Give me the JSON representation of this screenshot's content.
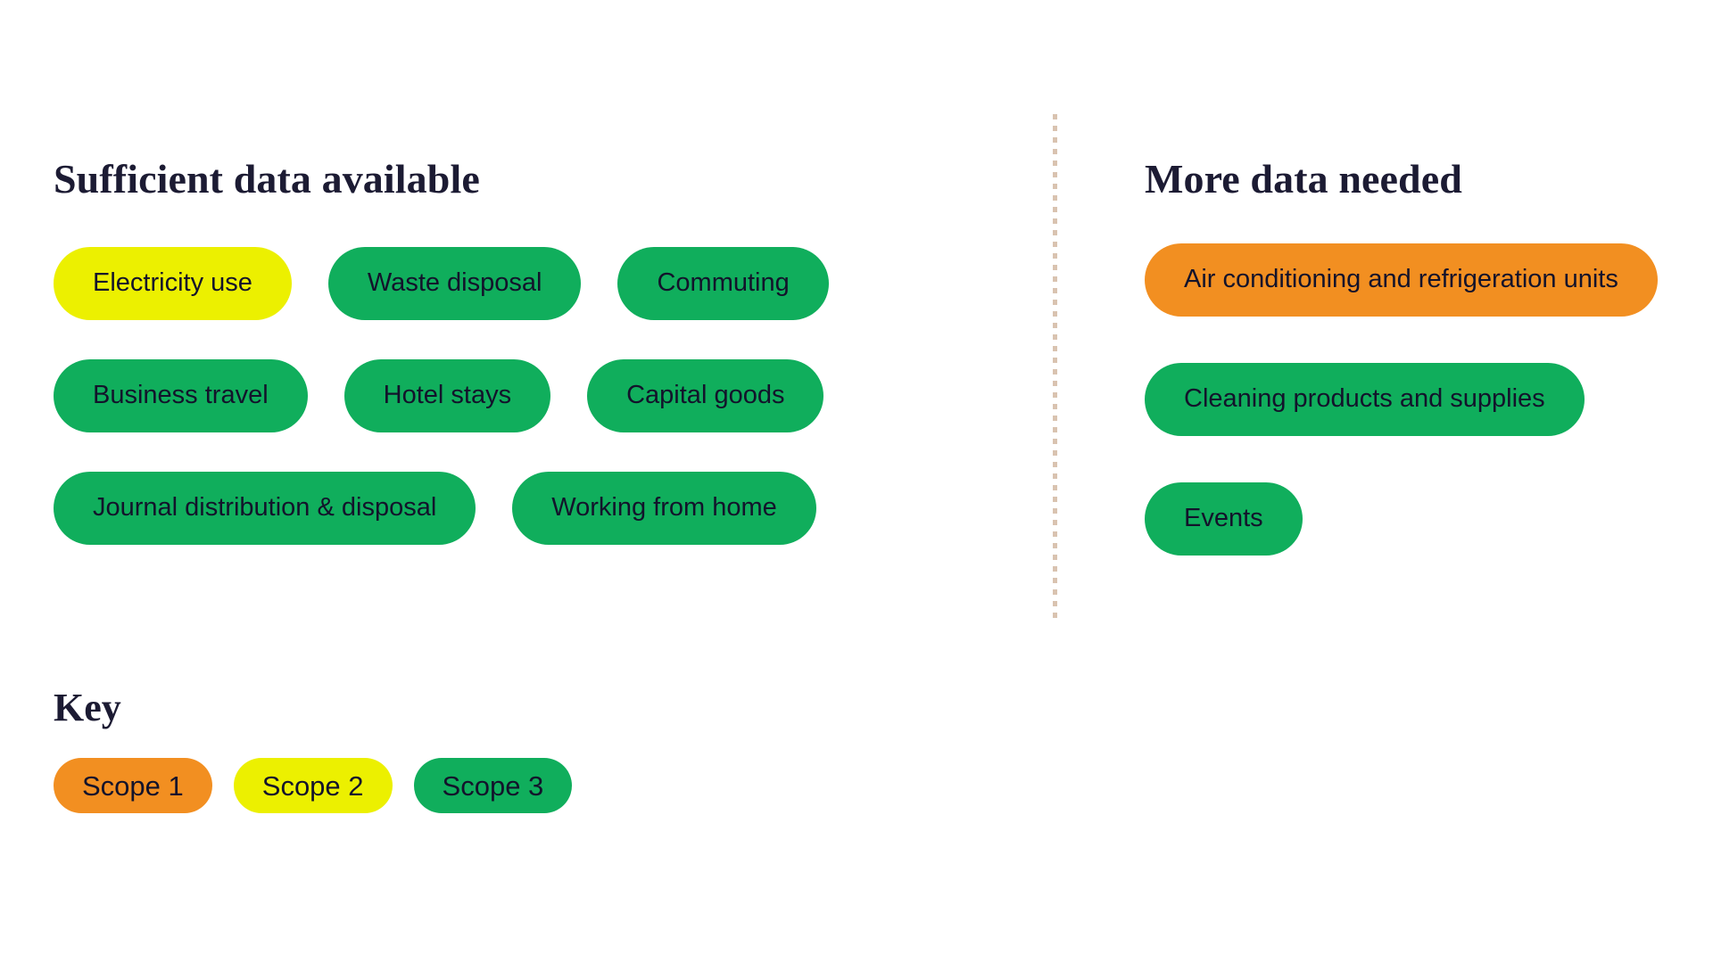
{
  "palette": {
    "background": "#ffffff",
    "text_dark": "#13132b",
    "heading": "#1c1b33",
    "scope1_orange": "#f28f21",
    "scope2_yellow": "#ecf000",
    "scope3_green": "#10ae5c",
    "divider": "#d9c3b0"
  },
  "columns": {
    "left": {
      "heading": "Sufficient data available",
      "rows": [
        [
          {
            "label": "Electricity use",
            "scope": "scope2"
          },
          {
            "label": "Waste disposal",
            "scope": "scope3"
          },
          {
            "label": "Commuting",
            "scope": "scope3"
          }
        ],
        [
          {
            "label": "Business travel",
            "scope": "scope3"
          },
          {
            "label": "Hotel stays",
            "scope": "scope3"
          },
          {
            "label": "Capital goods",
            "scope": "scope3"
          }
        ],
        [
          {
            "label": "Journal distribution & disposal",
            "scope": "scope3"
          },
          {
            "label": "Working from home",
            "scope": "scope3"
          }
        ]
      ]
    },
    "right": {
      "heading": "More data needed",
      "items": [
        {
          "label": "Air conditioning and refrigeration units",
          "scope": "scope1"
        },
        {
          "label": "Cleaning products and supplies",
          "scope": "scope3"
        },
        {
          "label": "Events",
          "scope": "scope3"
        }
      ]
    }
  },
  "key": {
    "heading": "Key",
    "items": [
      {
        "label": "Scope 1",
        "scope": "scope1"
      },
      {
        "label": "Scope 2",
        "scope": "scope2"
      },
      {
        "label": "Scope 3",
        "scope": "scope3"
      }
    ]
  }
}
